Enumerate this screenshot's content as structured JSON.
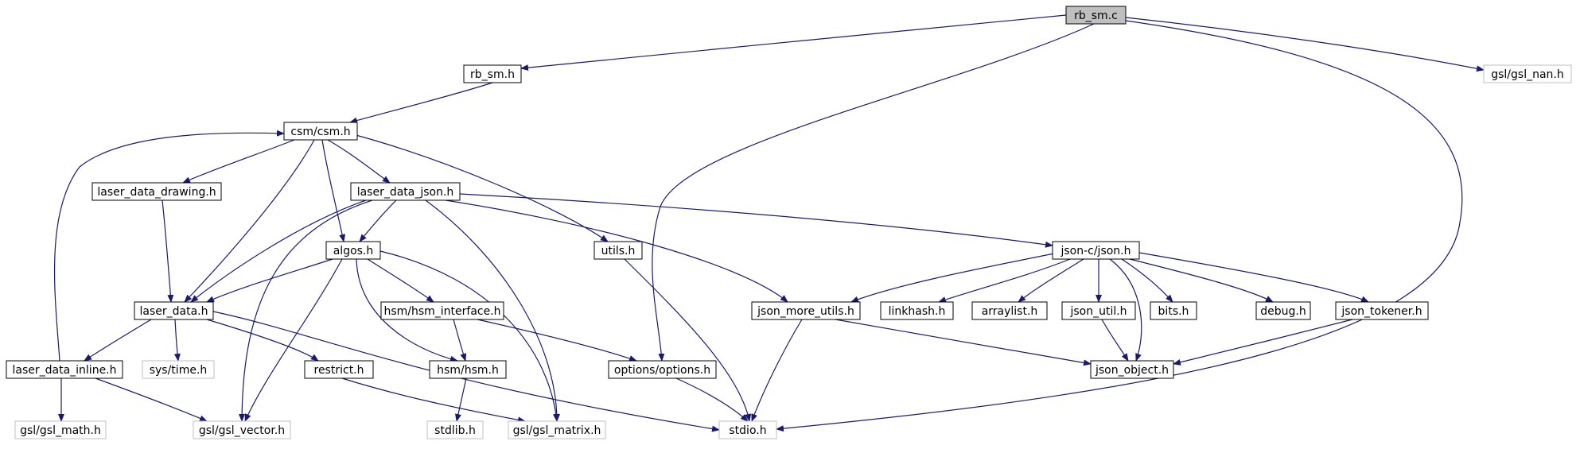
{
  "diagram": {
    "colors": {
      "edge": "#191970",
      "box_fill": "#ffffff",
      "box_stroke": "#000000",
      "external_stroke": "#bfbfbf",
      "root_fill": "#bfbfbf",
      "text": "#000000"
    },
    "nodes": [
      {
        "id": "rb_sm_c",
        "label": "rb_sm.c",
        "kind": "root"
      },
      {
        "id": "rb_sm_h",
        "label": "rb_sm.h",
        "kind": "local"
      },
      {
        "id": "gsl_nan_h",
        "label": "gsl/gsl_nan.h",
        "kind": "external"
      },
      {
        "id": "csm_h",
        "label": "csm/csm.h",
        "kind": "local"
      },
      {
        "id": "laser_data_drawing_h",
        "label": "laser_data_drawing.h",
        "kind": "local"
      },
      {
        "id": "laser_data_json_h",
        "label": "laser_data_json.h",
        "kind": "local"
      },
      {
        "id": "algos_h",
        "label": "algos.h",
        "kind": "local"
      },
      {
        "id": "utils_h",
        "label": "utils.h",
        "kind": "local"
      },
      {
        "id": "json_c_json_h",
        "label": "json-c/json.h",
        "kind": "local"
      },
      {
        "id": "laser_data_h",
        "label": "laser_data.h",
        "kind": "local"
      },
      {
        "id": "hsm_interface_h",
        "label": "hsm/hsm_interface.h",
        "kind": "local"
      },
      {
        "id": "json_more_utils_h",
        "label": "json_more_utils.h",
        "kind": "local"
      },
      {
        "id": "linkhash_h",
        "label": "linkhash.h",
        "kind": "local"
      },
      {
        "id": "arraylist_h",
        "label": "arraylist.h",
        "kind": "local"
      },
      {
        "id": "json_util_h",
        "label": "json_util.h",
        "kind": "local"
      },
      {
        "id": "bits_h",
        "label": "bits.h",
        "kind": "local"
      },
      {
        "id": "debug_h",
        "label": "debug.h",
        "kind": "local"
      },
      {
        "id": "json_tokener_h",
        "label": "json_tokener.h",
        "kind": "local"
      },
      {
        "id": "laser_data_inline_h",
        "label": "laser_data_inline.h",
        "kind": "local"
      },
      {
        "id": "sys_time_h",
        "label": "sys/time.h",
        "kind": "external"
      },
      {
        "id": "restrict_h",
        "label": "restrict.h",
        "kind": "local"
      },
      {
        "id": "hsm_hsm_h",
        "label": "hsm/hsm.h",
        "kind": "local"
      },
      {
        "id": "options_options_h",
        "label": "options/options.h",
        "kind": "local"
      },
      {
        "id": "json_object_h",
        "label": "json_object.h",
        "kind": "local"
      },
      {
        "id": "gsl_math_h",
        "label": "gsl/gsl_math.h",
        "kind": "external"
      },
      {
        "id": "gsl_vector_h",
        "label": "gsl/gsl_vector.h",
        "kind": "external"
      },
      {
        "id": "stdlib_h",
        "label": "stdlib.h",
        "kind": "external"
      },
      {
        "id": "gsl_matrix_h",
        "label": "gsl/gsl_matrix.h",
        "kind": "external"
      },
      {
        "id": "stdio_h",
        "label": "stdio.h",
        "kind": "external"
      }
    ],
    "edges": [
      {
        "from": "rb_sm_c",
        "to": "rb_sm_h"
      },
      {
        "from": "rb_sm_c",
        "to": "options_options_h"
      },
      {
        "from": "rb_sm_c",
        "to": "gsl_nan_h"
      },
      {
        "from": "rb_sm_c",
        "to": "stdio_h"
      },
      {
        "from": "rb_sm_h",
        "to": "csm_h"
      },
      {
        "from": "csm_h",
        "to": "laser_data_drawing_h"
      },
      {
        "from": "csm_h",
        "to": "laser_data_json_h"
      },
      {
        "from": "csm_h",
        "to": "laser_data_h"
      },
      {
        "from": "csm_h",
        "to": "algos_h"
      },
      {
        "from": "csm_h",
        "to": "utils_h"
      },
      {
        "from": "laser_data_drawing_h",
        "to": "laser_data_h"
      },
      {
        "from": "laser_data_json_h",
        "to": "laser_data_h"
      },
      {
        "from": "laser_data_json_h",
        "to": "algos_h"
      },
      {
        "from": "laser_data_json_h",
        "to": "gsl_vector_h"
      },
      {
        "from": "laser_data_json_h",
        "to": "gsl_matrix_h"
      },
      {
        "from": "laser_data_json_h",
        "to": "json_more_utils_h"
      },
      {
        "from": "laser_data_json_h",
        "to": "json_c_json_h"
      },
      {
        "from": "algos_h",
        "to": "laser_data_h"
      },
      {
        "from": "algos_h",
        "to": "hsm_interface_h"
      },
      {
        "from": "algos_h",
        "to": "hsm_hsm_h"
      },
      {
        "from": "algos_h",
        "to": "gsl_vector_h"
      },
      {
        "from": "algos_h",
        "to": "gsl_matrix_h"
      },
      {
        "from": "utils_h",
        "to": "stdio_h"
      },
      {
        "from": "laser_data_h",
        "to": "laser_data_inline_h"
      },
      {
        "from": "laser_data_h",
        "to": "sys_time_h"
      },
      {
        "from": "laser_data_h",
        "to": "restrict_h"
      },
      {
        "from": "laser_data_h",
        "to": "stdio_h"
      },
      {
        "from": "laser_data_inline_h",
        "to": "csm_h"
      },
      {
        "from": "laser_data_inline_h",
        "to": "gsl_math_h"
      },
      {
        "from": "laser_data_inline_h",
        "to": "gsl_vector_h"
      },
      {
        "from": "restrict_h",
        "to": "gsl_matrix_h"
      },
      {
        "from": "hsm_interface_h",
        "to": "hsm_hsm_h"
      },
      {
        "from": "hsm_interface_h",
        "to": "options_options_h"
      },
      {
        "from": "hsm_hsm_h",
        "to": "stdlib_h"
      },
      {
        "from": "options_options_h",
        "to": "stdio_h"
      },
      {
        "from": "json_c_json_h",
        "to": "json_more_utils_h"
      },
      {
        "from": "json_c_json_h",
        "to": "linkhash_h"
      },
      {
        "from": "json_c_json_h",
        "to": "arraylist_h"
      },
      {
        "from": "json_c_json_h",
        "to": "json_util_h"
      },
      {
        "from": "json_c_json_h",
        "to": "json_object_h"
      },
      {
        "from": "json_c_json_h",
        "to": "bits_h"
      },
      {
        "from": "json_c_json_h",
        "to": "debug_h"
      },
      {
        "from": "json_c_json_h",
        "to": "json_tokener_h"
      },
      {
        "from": "json_more_utils_h",
        "to": "json_object_h"
      },
      {
        "from": "json_more_utils_h",
        "to": "stdio_h"
      },
      {
        "from": "json_util_h",
        "to": "json_object_h"
      },
      {
        "from": "json_tokener_h",
        "to": "json_object_h"
      }
    ]
  }
}
